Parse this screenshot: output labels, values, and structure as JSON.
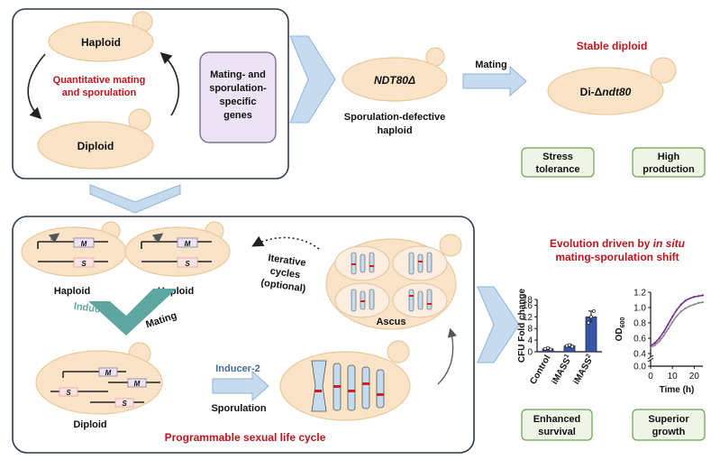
{
  "colors": {
    "cell_fill": "#fae3c6",
    "cell_stroke": "#e9c89c",
    "red_text": "#c0141c",
    "teal": "#5fa5a0",
    "arrow_fill": "#c7dbee",
    "arrow_stroke": "#8fb4d6",
    "box_green": "#eef5e6",
    "box_green_stroke": "#6aa050",
    "purple_box": "#ece4f4",
    "bar_fill": "#3b55a5",
    "line_purple": "#7a2c9a",
    "line_gray": "#8a8a8a"
  },
  "top_panel": {
    "haploid": "Haploid",
    "diploid": "Diploid",
    "cycle_line1": "Quantitative mating",
    "cycle_line2": "and sporulation",
    "genes_line1": "Mating- and",
    "genes_line2": "sporulation-",
    "genes_line3": "specific",
    "genes_line4": "genes"
  },
  "ndt80": {
    "cell_label": "NDT80Δ",
    "caption_line1": "Sporulation-defective",
    "caption_line2": "haploid",
    "mating_label": "Mating"
  },
  "stable": {
    "title": "Stable diploid",
    "cell_prefix": "Di-Δ",
    "cell_suffix": "ndt80",
    "box1_line1": "Stress",
    "box1_line2": "tolerance",
    "box2_line1": "High",
    "box2_line2": "production"
  },
  "bottom_panel": {
    "haploid_left": "Haploid",
    "haploid_right": "Haploid",
    "inducer1": "Inducer-1",
    "mating": "Mating",
    "diploid": "Diploid",
    "inducer2": "Inducer-2",
    "sporulation": "Sporulation",
    "iterative_line1": "Iterative",
    "iterative_line2": "cycles",
    "iterative_line3": "(optional)",
    "ascus": "Ascus",
    "gene_m": "M",
    "gene_s": "S",
    "footer": "Programmable sexual life cycle"
  },
  "evolution": {
    "title_line1a": "Evolution driven by ",
    "title_line1b": "in situ",
    "title_line2": "mating-sporulation shift",
    "box1_line1": "Enhanced",
    "box1_line2": "survival",
    "box2_line1": "Superior",
    "box2_line2": "growth"
  },
  "chart_data": [
    {
      "type": "bar",
      "categories": [
        "Control",
        "iMASS",
        "iMASS"
      ],
      "category_superscripts": [
        "",
        "1",
        "2"
      ],
      "values": [
        1.0,
        2.0,
        12.0
      ],
      "errors": [
        0.3,
        0.4,
        2.0
      ],
      "points": [
        [
          1.0,
          1.3,
          0.8
        ],
        [
          2.0,
          2.3,
          1.8
        ],
        [
          10.0,
          12.0,
          14.0
        ]
      ],
      "ylabel": "CFU Fold change",
      "ylim": [
        0,
        18
      ],
      "yticks": [
        0,
        4,
        8,
        12,
        16,
        18
      ],
      "ytick_labels": [
        "0",
        "4",
        "8",
        "12",
        "16",
        "18"
      ]
    },
    {
      "type": "line",
      "ylabel_main": "OD",
      "ylabel_sub": "600",
      "xlabel": "Time (h)",
      "xlim": [
        0,
        24
      ],
      "ylim": [
        0.4,
        1.2
      ],
      "xticks": [
        0,
        10,
        20
      ],
      "yticks": [
        0.4,
        0.6,
        0.8,
        1.0,
        1.2
      ],
      "ytick_labels": [
        "0.4",
        "0.6",
        "0.8",
        "1.0",
        "1.2"
      ],
      "break_tick_label": "0.0",
      "series": [
        {
          "x": [
            0,
            2,
            4,
            6,
            8,
            10,
            12,
            14,
            16,
            18,
            20,
            22,
            24
          ],
          "y": [
            0.5,
            0.54,
            0.6,
            0.68,
            0.78,
            0.88,
            0.97,
            1.04,
            1.09,
            1.12,
            1.14,
            1.15,
            1.16
          ],
          "color": "#7a2c9a"
        },
        {
          "x": [
            0,
            2,
            4,
            6,
            8,
            10,
            12,
            14,
            16,
            18,
            20,
            22,
            24
          ],
          "y": [
            0.48,
            0.51,
            0.56,
            0.63,
            0.72,
            0.81,
            0.89,
            0.95,
            0.99,
            1.02,
            1.04,
            1.06,
            1.07
          ],
          "color": "#8a8a8a"
        }
      ]
    }
  ]
}
